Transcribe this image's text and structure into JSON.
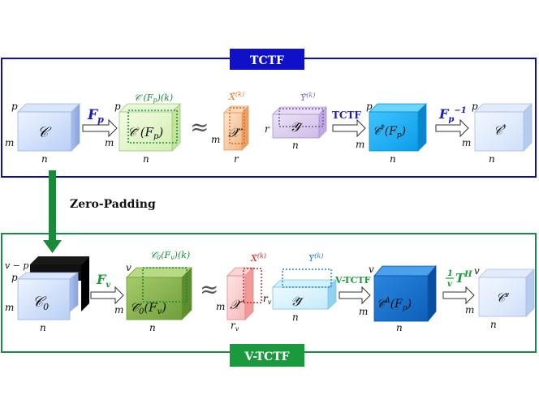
{
  "top_panel": {
    "badge": "TCTF",
    "badge_color": "#1010c8",
    "frame_color": "#1010a0",
    "dims": {
      "c_p": "p",
      "c_m": "m",
      "c_n": "n",
      "cf_p": "p",
      "cf_m": "m",
      "cf_n": "n",
      "x_m": "m",
      "x_r": "r",
      "y_r": "r",
      "y_n": "n",
      "s_p": "p",
      "s_m": "m",
      "s_n": "n",
      "o_p": "p",
      "o_m": "m",
      "o_n": "n"
    },
    "c_label": "𝒞",
    "fp_label": "F",
    "fp_sub": "p",
    "cf_label": "𝒞̄ (F",
    "cf_sub": "p",
    "cf_end": ")",
    "cf_top": "𝒞̄ (F",
    "cf_top_sub": "p",
    "cf_top_end": ")(k)",
    "approx": "≈",
    "x_label": "𝒳̂",
    "x_top": "𝑋̂",
    "x_top_sup": "(k)",
    "y_label": "𝒴̂",
    "y_top": "𝑌̂",
    "y_top_sup": "(k)",
    "tctf_arrow_label": "TCTF",
    "s_label": "𝒞̄",
    "s_sup": "*",
    "s_mid": "(F",
    "s_sub": "p",
    "s_end": ")",
    "inv_label": "F",
    "inv_sub": "p",
    "inv_sup": "−1",
    "o_label": "𝒞",
    "o_sup": "*"
  },
  "padding": {
    "label": "Zero-Padding",
    "arrow_color": "#1a8a3a"
  },
  "bottom_panel": {
    "badge": "V-TCTF",
    "badge_color": "#1a9a3c",
    "frame_color": "#1a8a4a",
    "dims": {
      "c_vp": "v − p",
      "c_p": "p",
      "c_m": "m",
      "c_n": "n",
      "cf_v": "v",
      "cf_m": "m",
      "cf_n": "n",
      "x_m": "m",
      "x_r": "r",
      "x_rsub": "v",
      "y_r": "r",
      "y_rsub": "v",
      "y_n": "n",
      "s_v": "v",
      "s_m": "m",
      "s_n": "n",
      "o_v": "v",
      "o_m": "m",
      "o_n": "n"
    },
    "c_label": "𝒞",
    "c_sub": "0",
    "fv_label": "F",
    "fv_sub": "v",
    "cf_label": "𝒞̄",
    "cf_sub": "0",
    "cf_mid": "(F",
    "cf_msub": "v",
    "cf_end": ")",
    "cf_top": "𝒞̄",
    "cf_top_sub": "0",
    "cf_top_mid": "(F",
    "cf_top_msub": "v",
    "cf_top_end": ")(k)",
    "approx": "≈",
    "x_label": "𝒳̄",
    "x_top": "𝑋̄",
    "x_top_sup": "(k)",
    "y_label": "𝒴̄",
    "y_top": "𝑌̄",
    "y_top_sup": "(k)",
    "vtctf_arrow_label": "V-TCTF",
    "s_label": "𝒞̄",
    "s_sup": "Δ",
    "s_mid": "(F",
    "s_sub": "p",
    "s_end": ")",
    "inv_num": "1",
    "inv_den": "v",
    "inv_T": "T",
    "inv_sup": "H",
    "o_label": "𝒞",
    "o_sup": "v"
  }
}
